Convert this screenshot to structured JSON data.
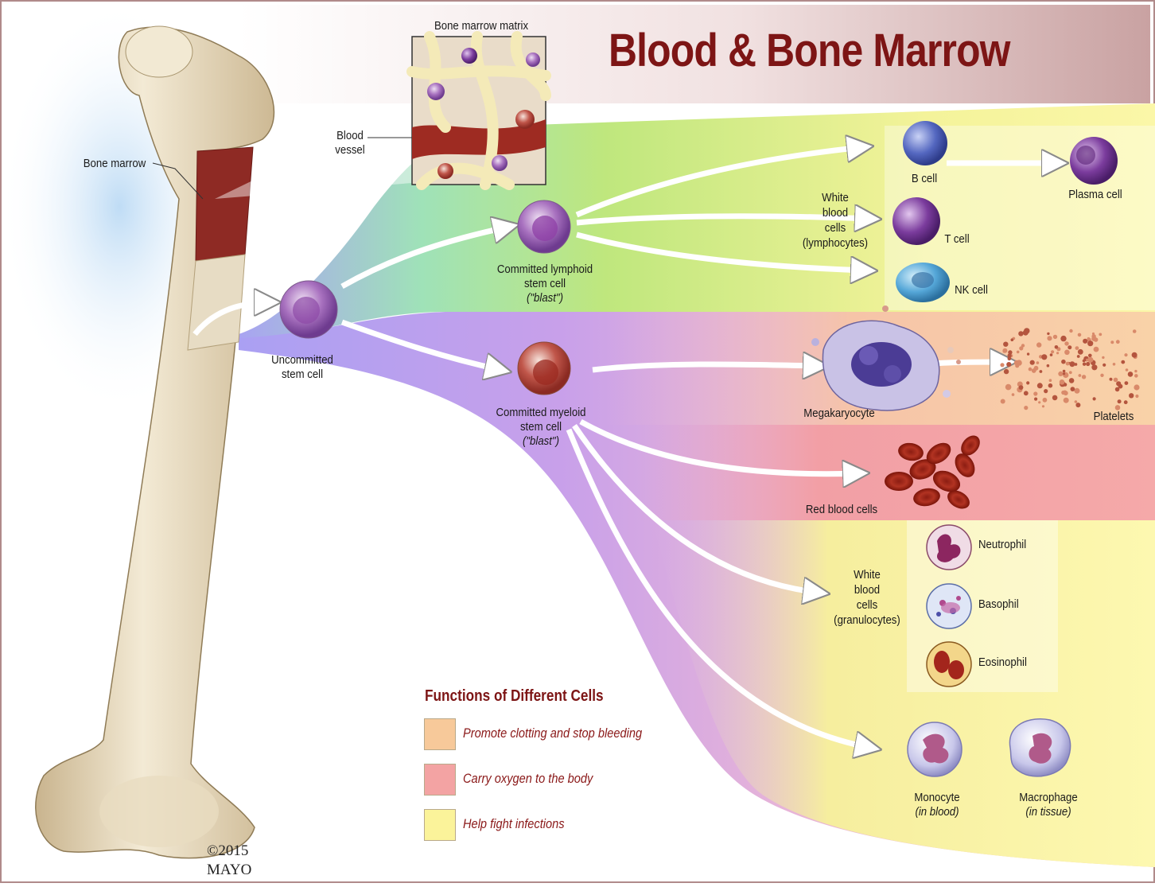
{
  "title": "Blood & Bone Marrow",
  "colors": {
    "title": "#7d1515",
    "clotting": "#f7c99a",
    "oxygen": "#f3a3a3",
    "infection": "#fbf39a",
    "lymphoid_band": "#bfe77d",
    "stem_band": "#a9a3f2"
  },
  "labels": {
    "bone_marrow": "Bone marrow",
    "bone_marrow_matrix": "Bone marrow matrix",
    "blood_vessel_1": "Blood",
    "blood_vessel_2": "vessel",
    "uncommitted_1": "Uncommitted",
    "uncommitted_2": "stem cell",
    "lymphoid_1": "Committed lymphoid",
    "lymphoid_2": "stem cell",
    "lymphoid_3": "(\"blast\")",
    "myeloid_1": "Committed myeloid",
    "myeloid_2": "stem cell",
    "myeloid_3": "(\"blast\")",
    "wbc_lymph_1": "White",
    "wbc_lymph_2": "blood",
    "wbc_lymph_3": "cells",
    "wbc_lymph_4": "(lymphocytes)",
    "b_cell": "B cell",
    "t_cell": "T cell",
    "nk_cell": "NK cell",
    "plasma_cell": "Plasma cell",
    "megakaryocyte": "Megakaryocyte",
    "platelets": "Platelets",
    "red_blood_cells": "Red blood cells",
    "wbc_gran_1": "White",
    "wbc_gran_2": "blood",
    "wbc_gran_3": "cells",
    "wbc_gran_4": "(granulocytes)",
    "neutrophil": "Neutrophil",
    "basophil": "Basophil",
    "eosinophil": "Eosinophil",
    "monocyte": "Monocyte",
    "monocyte_sub": "(in blood)",
    "macrophage": "Macrophage",
    "macrophage_sub": "(in tissue)"
  },
  "legend": {
    "title": "Functions of Different Cells",
    "items": [
      {
        "text": "Promote clotting and stop bleeding",
        "color": "#f7c99a"
      },
      {
        "text": "Carry oxygen to the body",
        "color": "#f3a3a3"
      },
      {
        "text": "Help fight infections",
        "color": "#fbf39a"
      }
    ]
  },
  "copyright": {
    "line1": "©2015",
    "line2": "MAYO"
  }
}
